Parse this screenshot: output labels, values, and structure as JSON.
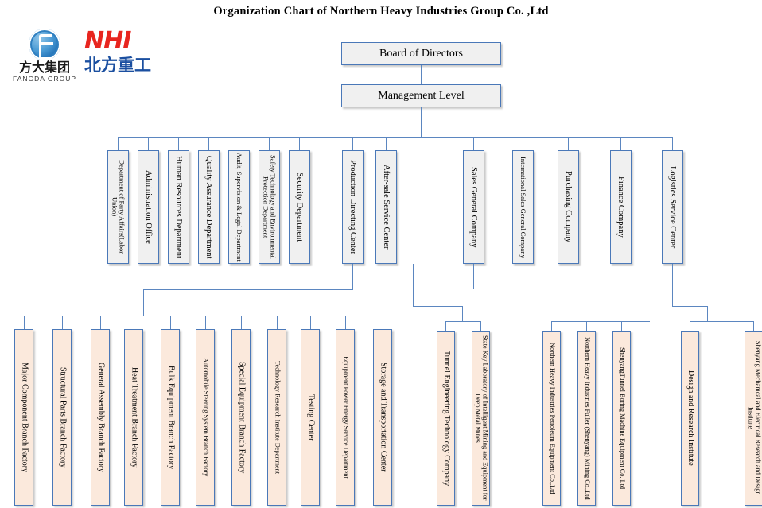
{
  "title": "Organization Chart of Northern Heavy Industries  Group Co. ,Ltd",
  "logos": {
    "fangda": {
      "cn": "方大集团",
      "en": "FANGDA GROUP",
      "mark": "fangda-circle-f-icon"
    },
    "nhi": {
      "en": "NHI",
      "cn": "北方重工"
    }
  },
  "colors": {
    "box_border": "#4a78b8",
    "connector": "#5b86c0",
    "level2_fill": "#f0f0f0",
    "level3_fill": "#fbe9dc",
    "nhi_red": "#e8251f",
    "nhi_blue": "#1b4fa0"
  },
  "top": {
    "board": "Board of Directors",
    "management": "Management Level"
  },
  "level2_left": [
    "Department of Party Affairs(Labor Union)",
    "Administration Office",
    "Human Resources Department",
    "Quality Assurance Department",
    "Audit, Supervision & Legal Department",
    "Safety Technology and Environmental Protection Department",
    "Security Department",
    "Production Directing Center",
    "After-sale Service Center"
  ],
  "level2_right": [
    "Sales General Company",
    "International Sales General Company",
    "Purchasing Company",
    "Finance Company",
    "Logistics Service Center"
  ],
  "level3_production": [
    "Major Component Branch Factory",
    "Structural Parts Branch Factory",
    "General Assembly Branch Factory",
    "Heat Treatment Branch Factory",
    "Bulk Equipment Branch Factory",
    "Automobile Steering System Branch Factory",
    "Special Equipment Branch Factory",
    "Technology Research Institute Department",
    "Testing Center",
    "Equipment Power Energy Service Department",
    "Storage and Transportation Center"
  ],
  "level3_tunnel": [
    "Tunnel Engineering Technology Company",
    "State Key Laboratory of Intelligent Mining and Equipment for Deep Metal Mines"
  ],
  "level3_subsidiaries": [
    "Northern Heavy Industries Petroleum Equipment Co.,Ltd",
    "Northern Heavy Industries Fuller (Shenyang) Mining Co.,Ltd",
    "ShenyangTunnel Boring Machine Equipment Co.,Ltd"
  ],
  "level3_research": [
    "Design and Research Institute",
    "Shenyang Mechanical and Electrical Research and Design Institute"
  ]
}
